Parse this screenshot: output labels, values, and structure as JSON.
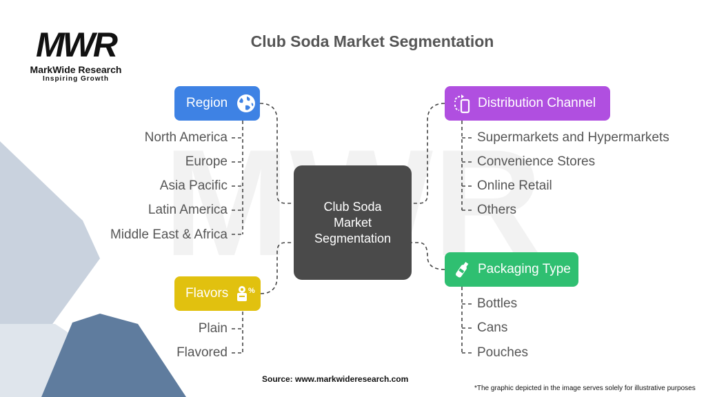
{
  "brand": {
    "logo_letters": "MWR",
    "name": "MarkWide Research",
    "tagline": "Inspiring Growth"
  },
  "title": "Club Soda Market Segmentation",
  "center": {
    "line1": "Club Soda",
    "line2": "Market",
    "line3": "Segmentation"
  },
  "categories": {
    "region": {
      "label": "Region",
      "color": "#3e82e4",
      "icon": "globe-icon",
      "items": [
        "North America",
        "Europe",
        "Asia Pacific",
        "Latin America",
        "Middle East & Africa"
      ]
    },
    "distribution": {
      "label": "Distribution Channel",
      "color": "#b04fe0",
      "icon": "phone-cycle-icon",
      "items": [
        "Supermarkets and Hypermarkets",
        "Convenience Stores",
        "Online Retail",
        "Others"
      ]
    },
    "flavors": {
      "label": "Flavors",
      "color": "#e1c10f",
      "icon": "flavor-percent-icon",
      "items": [
        "Plain",
        "Flavored"
      ]
    },
    "packaging": {
      "label": "Packaging Type",
      "color": "#2fbf71",
      "icon": "bottle-icon",
      "items": [
        "Bottles",
        "Cans",
        "Pouches"
      ]
    }
  },
  "footer": {
    "source": "Source: www.markwideresearch.com",
    "disclaimer": "*The graphic depicted in the image serves solely for illustrative purposes"
  }
}
